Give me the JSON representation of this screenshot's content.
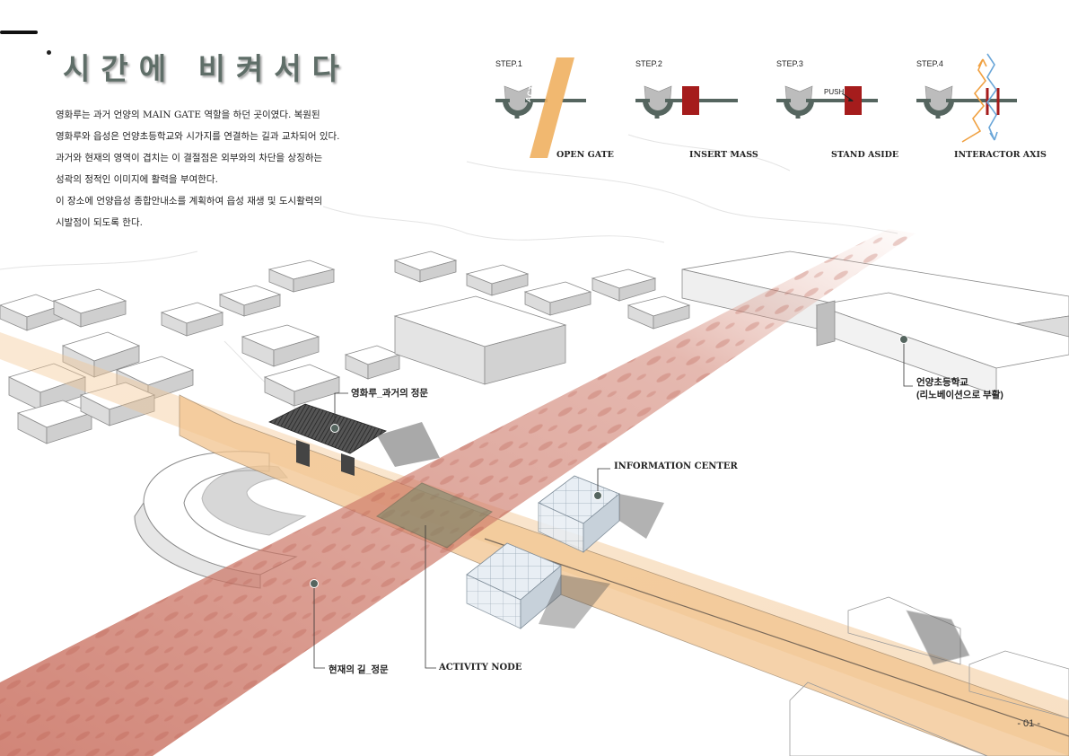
{
  "title": "시간에 비켜서다",
  "description": [
    "영화루는 과거 언양의 MAIN GATE 역할을 하던 곳이였다. 복원된",
    "영화루와 읍성은 언양초등학교와 시가지를 연결하는 길과 교차되어 있다.",
    "과거와 현재의 영역이 겹치는 이 결절점은 외부와의 차단을 상징하는",
    "성곽의 정적인 이미지에 활력을 부여한다.",
    "이 장소에 언양읍성 종합안내소를 계획하여 읍성 재생 및 도시활력의",
    "시발점이 되도록 한다."
  ],
  "steps": [
    {
      "label": "STEP.1",
      "caption": "OPEN GATE",
      "path_text": "ACTIVITY PATH"
    },
    {
      "label": "STEP.2",
      "caption": "INSERT MASS"
    },
    {
      "label": "STEP.3",
      "caption": "STAND ASIDE",
      "push_text": "PUSH"
    },
    {
      "label": "STEP.4",
      "caption": "INTERACTOR AXIS"
    }
  ],
  "annotations": {
    "gate_past": "영화루_과거의 정문",
    "info_center": "INFORMATION CENTER",
    "school_line1": "언양초등학교",
    "school_line2": "(리노베이션으로 부활)",
    "road_present": "현재의 길_정문",
    "activity_node": "ACTIVITY NODE"
  },
  "page_number": "- 01 -",
  "colors": {
    "title": "#5f6e68",
    "gate_dark": "#55655f",
    "mass_red": "#a51c1c",
    "path_orange": "#f0b060",
    "axis_blue": "#6aa6d8",
    "road_red": "#c97060",
    "wall_tan": "#f2c48e"
  }
}
